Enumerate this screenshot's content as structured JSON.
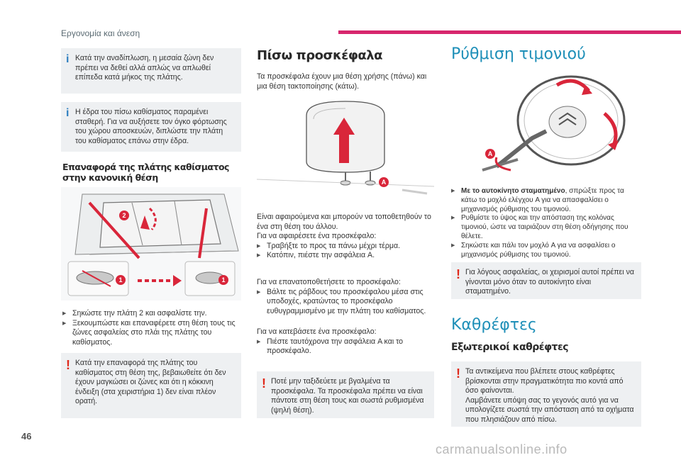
{
  "header": {
    "section": "Εργονομία και άνεση",
    "accent": "#d7266d"
  },
  "footer": {
    "page_number": "46",
    "watermark": "carmanualsonline.info"
  },
  "col1": {
    "note1": "Κατά την αναδίπλωση, η μεσαία ζώνη δεν πρέπει να δεθεί αλλά απλώς να απλωθεί επίπεδα κατά μήκος της πλάτης.",
    "note2": "Η έδρα του πίσω καθίσματος παραμένει σταθερή. Για να αυξήσετε τον όγκο φόρτωσης του χώρου αποσκευών, διπλώστε την πλάτη του καθίσματος επάνω στην έδρα.",
    "heading": "Επαναφορά της πλάτης καθίσματος στην κανονική θέση",
    "badge_1": "1",
    "badge_2": "2",
    "bullet1": "Σηκώστε την πλάτη 2 και ασφαλίστε την.",
    "bullet2": "Ξεκουμπώστε και επαναφέρετε στη θέση τους τις ζώνες ασφαλείας στο πλάι της πλάτης του καθίσματος.",
    "warning": "Κατά την επαναφορά της πλάτης του καθίσματος στη θέση της, βεβαιωθείτε ότι δεν έχουν μαγκώσει οι ζώνες και ότι η κόκκινη ένδειξη (στα χειριστήρια 1) δεν είναι πλέον ορατή."
  },
  "col2": {
    "heading": "Πίσω προσκέφαλα",
    "intro": "Τα προσκέφαλα έχουν μια θέση χρήσης (πάνω) και μια θέση τακτοποίησης (κάτω).",
    "badge_a": "A",
    "p1_line1": "Είναι αφαιρούμενα και μπορούν να τοποθετηθούν το ένα στη θέση του άλλου.",
    "p1_line2": "Για να αφαιρέσετε ένα προσκέφαλο:",
    "p1_b1": "Τραβήξτε το προς τα πάνω μέχρι τέρμα.",
    "p1_b2": "Κατόπιν, πιέστε την ασφάλεια A.",
    "p2_line1": "Για να επανατοποθετήσετε το προσκέφαλο:",
    "p2_b1": "Βάλτε τις ράβδους του προσκέφαλου μέσα στις υποδοχές, κρατώντας το προσκέφαλο ευθυγραμμισμένο με την πλάτη του καθίσματος.",
    "p3_line1": "Για να κατεβάσετε ένα προσκέφαλο:",
    "p3_b1": "Πιέστε ταυτόχρονα την ασφάλεια A και το προσκέφαλο.",
    "warning": "Ποτέ μην ταξιδεύετε με βγαλμένα τα προσκέφαλα. Τα προσκέφαλα πρέπει να είναι πάντοτε στη θέση τους και σωστά ρυθμισμένα (ψηλή θέση)."
  },
  "col3": {
    "heading": "Ρύθμιση τιμονιού",
    "badge_a": "A",
    "b1_bold": "Με το αυτοκίνητο σταματημένο",
    "b1_rest": ", σπρώξτε προς τα κάτω το μοχλό ελέγχου A για να απασφαλίσει ο μηχανισμός ρύθμισης του τιμονιού.",
    "b2": "Ρυθμίστε το ύψος και την απόσταση της κολόνας τιμονιού, ώστε να ταιριάζουν στη θέση οδήγησης που θέλετε.",
    "b3": "Σηκώστε και πάλι τον μοχλό A για να ασφαλίσει ο μηχανισμός ρύθμισης του τιμονιού.",
    "warning": "Για λόγους ασφαλείας, οι χειρισμοί αυτοί πρέπει να γίνονται μόνο όταν το αυτοκίνητο είναι σταματημένο.",
    "heading2": "Καθρέφτες",
    "subheading": "Εξωτερικοί καθρέφτες",
    "note_line1": "Τα αντικείμενα που βλέπετε στους καθρέφτες βρίσκονται στην πραγματικότητα πιο κοντά από όσο φαίνονται.",
    "note_line2": "Λαμβάνετε υπόψη σας το γεγονός αυτό για να υπολογίζετε σωστά την απόσταση από τα οχήματα που πλησιάζουν από πίσω."
  },
  "colors": {
    "heading_blue": "#1e8fb8",
    "warning_red": "#e0291b",
    "info_blue": "#2f7fc0",
    "note_bg": "#eef0f2"
  }
}
